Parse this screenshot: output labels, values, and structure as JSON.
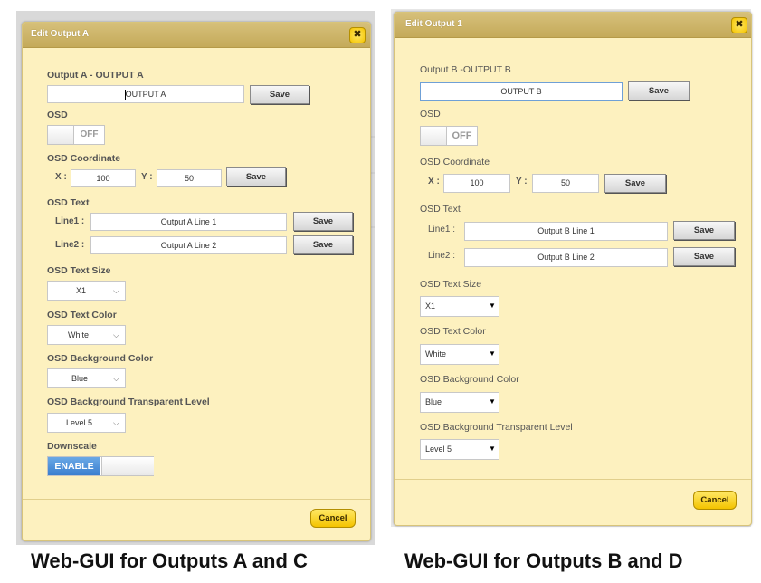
{
  "left_dialog": {
    "title": "Edit Output A",
    "close_glyph": "✖",
    "output_label": "Output A - OUTPUT A",
    "output_name": "OUTPUT A",
    "save_label": "Save",
    "osd_label": "OSD",
    "osd_state": "OFF",
    "coord_label": "OSD Coordinate",
    "x_label": "X :",
    "x_value": "100",
    "y_label": "Y :",
    "y_value": "50",
    "text_label": "OSD Text",
    "line1_label": "Line1 :",
    "line1_value": "Output A Line 1",
    "line2_label": "Line2 :",
    "line2_value": "Output A Line 2",
    "size_label": "OSD Text Size",
    "size_value": "X1",
    "color_label": "OSD Text Color",
    "color_value": "White",
    "bg_label": "OSD Background Color",
    "bg_value": "Blue",
    "transp_label": "OSD Background Transparent Level",
    "transp_value": "Level 5",
    "downscale_label": "Downscale",
    "downscale_state": "ENABLE",
    "cancel_label": "Cancel"
  },
  "right_dialog": {
    "title": "Edit Output 1",
    "close_glyph": "✖",
    "output_label": "Output B -OUTPUT B",
    "output_name": "OUTPUT B",
    "save_label": "Save",
    "osd_label": "OSD",
    "osd_state": "OFF",
    "coord_label": "OSD Coordinate",
    "x_label": "X :",
    "x_value": "100",
    "y_label": "Y :",
    "y_value": "50",
    "text_label": "OSD Text",
    "line1_label": "Line1 :",
    "line1_value": "Output B Line 1",
    "line2_label": "Line2 :",
    "line2_value": "Output B Line 2",
    "size_label": "OSD Text Size",
    "size_value": "X1",
    "color_label": "OSD Text Color",
    "color_value": "White",
    "bg_label": "OSD Background Color",
    "bg_value": "Blue",
    "transp_label": "OSD Background Transparent Level",
    "transp_value": "Level 5",
    "cancel_label": "Cancel"
  },
  "captions": {
    "left": "Web-GUI for Outputs A and C",
    "right": "Web-GUI for Outputs B and D"
  },
  "icons": {
    "close": "close-icon",
    "dropdown_left": "chevron-down-icon",
    "dropdown_right": "caret-down-icon"
  },
  "colors": {
    "dialog_bg": "#fdf1bf",
    "titlebar": "#cdb46a",
    "enable_blue": "#4a8fdb",
    "cancel_yellow": "#f8d21c"
  }
}
